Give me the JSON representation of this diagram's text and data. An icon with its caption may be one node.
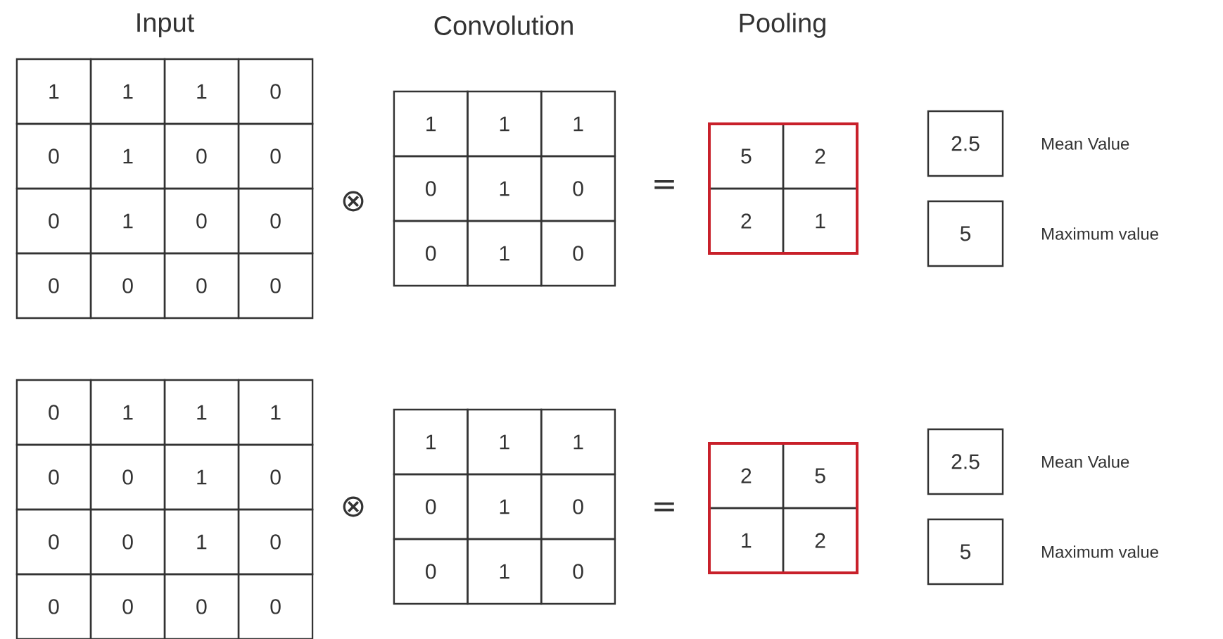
{
  "diagram": {
    "nodes": [
      {
        "text": [
          "2.5"
        ],
        "beside": [
          "Mean Value"
        ]
      },
      {
        "text": [
          "5"
        ],
        "beside": [
          "Maximum value"
        ]
      },
      {
        "text": [
          "2.5"
        ],
        "beside": [
          "Mean Value"
        ]
      },
      {
        "text": [
          "5"
        ],
        "beside": [
          "Maximum value"
        ]
      }
    ],
    "labels": [
      "Input",
      "Convolution",
      "Pooling",
      "1",
      "1",
      "1",
      "0",
      "0",
      "1",
      "0",
      "0",
      "0",
      "1",
      "0",
      "0",
      "0",
      "0",
      "0",
      "0",
      "⊗",
      "1",
      "1",
      "1",
      "0",
      "1",
      "0",
      "0",
      "1",
      "0",
      "=",
      "5",
      "2",
      "2",
      "1",
      "0",
      "1",
      "1",
      "1",
      "0",
      "0",
      "1",
      "0",
      "0",
      "0",
      "1",
      "0",
      "0",
      "0",
      "0",
      "0",
      "⊗",
      "1",
      "1",
      "1",
      "0",
      "1",
      "0",
      "0",
      "1",
      "0",
      "=",
      "2",
      "5",
      "1",
      "2"
    ]
  }
}
